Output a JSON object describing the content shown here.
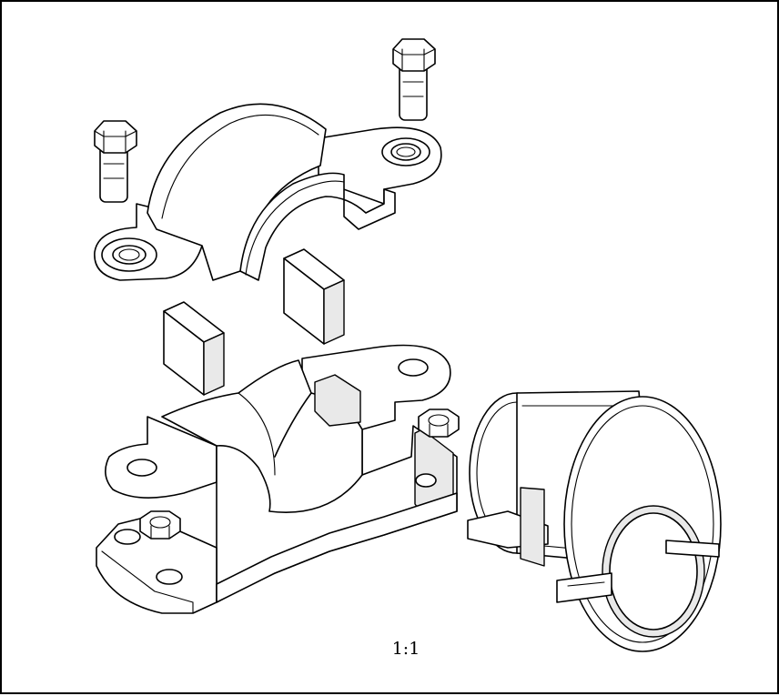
{
  "drawing": {
    "scale_label": "1:1",
    "line_color": "#000000",
    "background_color": "#ffffff"
  },
  "parts": [
    {
      "name": "bolt",
      "count": 2
    },
    {
      "name": "bearing-cap",
      "count": 1
    },
    {
      "name": "spacer-block",
      "count": 2
    },
    {
      "name": "bearing-base",
      "count": 1
    },
    {
      "name": "hex-nut",
      "count": 2
    },
    {
      "name": "split-bushing",
      "count": 1
    }
  ]
}
